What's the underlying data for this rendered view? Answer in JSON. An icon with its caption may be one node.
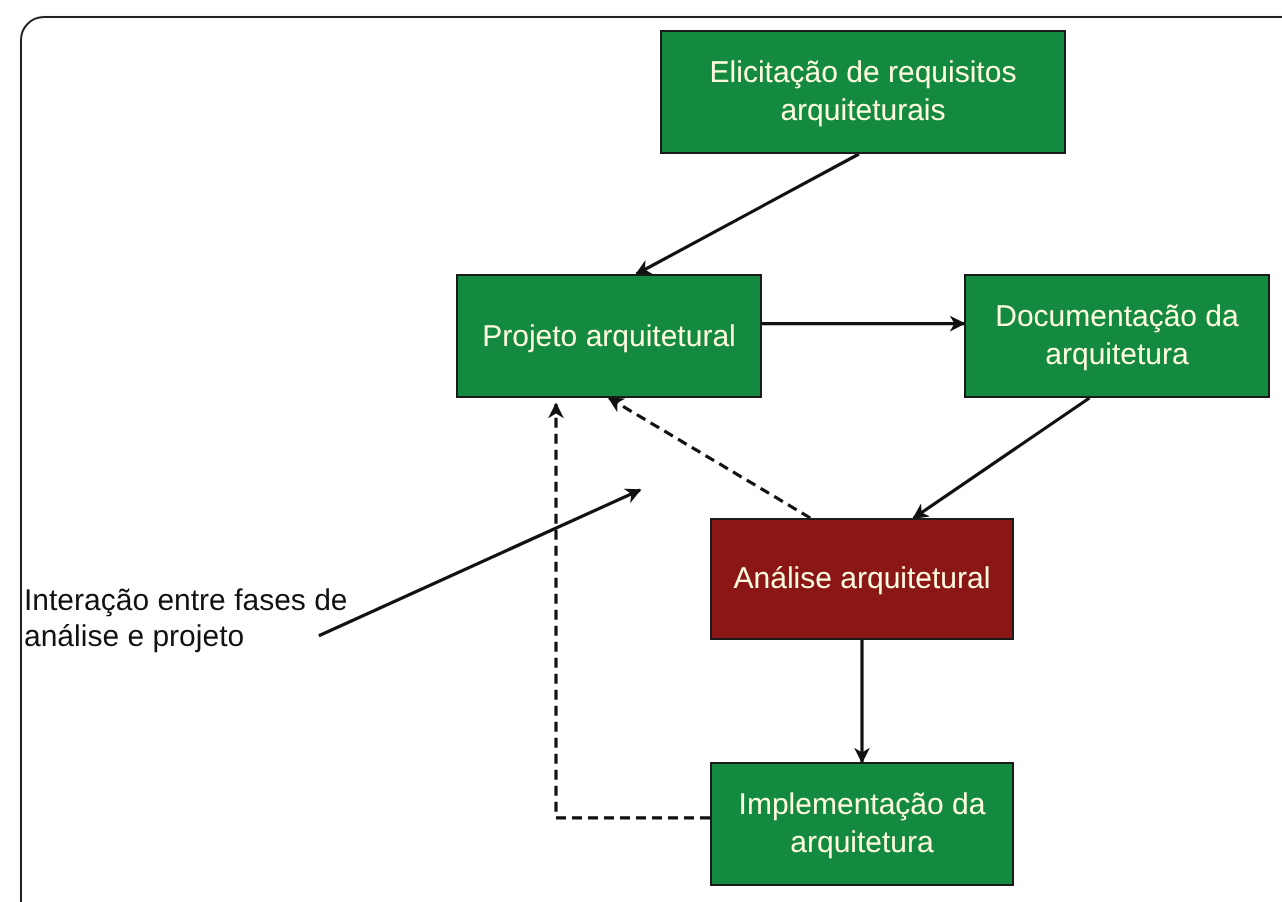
{
  "diagram": {
    "nodes": [
      {
        "text": [
          "Elicitação de requisitos arquiteturais"
        ]
      },
      {
        "text": [
          "Projeto arquitetural"
        ]
      },
      {
        "text": [
          "Documentação da arquitetura"
        ]
      },
      {
        "text": [
          "Análise arquitetural"
        ]
      },
      {
        "text": [
          "Interação entre fases de análise e projeto"
        ]
      },
      {
        "text": [
          "Implementação da arquitetura"
        ]
      }
    ],
    "edges": [
      {
        "from": 0,
        "to": 1,
        "arrow": "to"
      },
      {
        "from": 1,
        "to": 2,
        "arrow": "to"
      },
      {
        "from": 2,
        "to": 3,
        "arrow": "to"
      },
      {
        "from": 3,
        "to": 1,
        "arrow": "to",
        "style": "dashed"
      },
      {
        "from": 3,
        "to": 5,
        "arrow": "to"
      },
      {
        "from": 5,
        "to": 1,
        "arrow": "to",
        "style": "dashed"
      },
      {
        "from": 4,
        "to": null,
        "arrow": "to"
      }
    ]
  }
}
